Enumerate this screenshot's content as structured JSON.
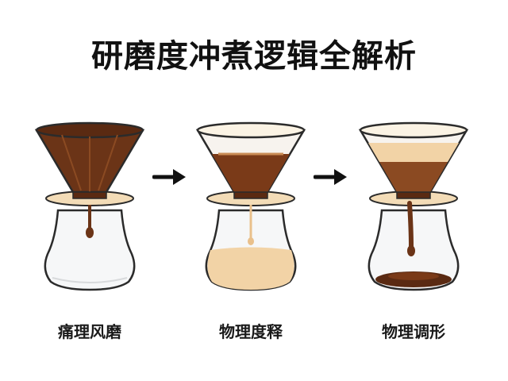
{
  "title": "研磨度冲煮逻辑全解析",
  "stages": [
    {
      "label": "痛理风磨",
      "icon": "dripper-over-carafe-dark-brew"
    },
    {
      "label": "物理度释",
      "icon": "dripper-over-carafe-light-brew"
    },
    {
      "label": "物理调形",
      "icon": "dripper-over-carafe-dark-pool"
    }
  ],
  "arrows": [
    "arrow-right-icon",
    "arrow-right-icon"
  ],
  "colors": {
    "coffee_dark": "#5a2a12",
    "coffee_mid": "#8b4a22",
    "light_brew": "#f2d3a6",
    "wood_ring": "#f3dcb7",
    "glass_outline": "#2b2b2b"
  }
}
